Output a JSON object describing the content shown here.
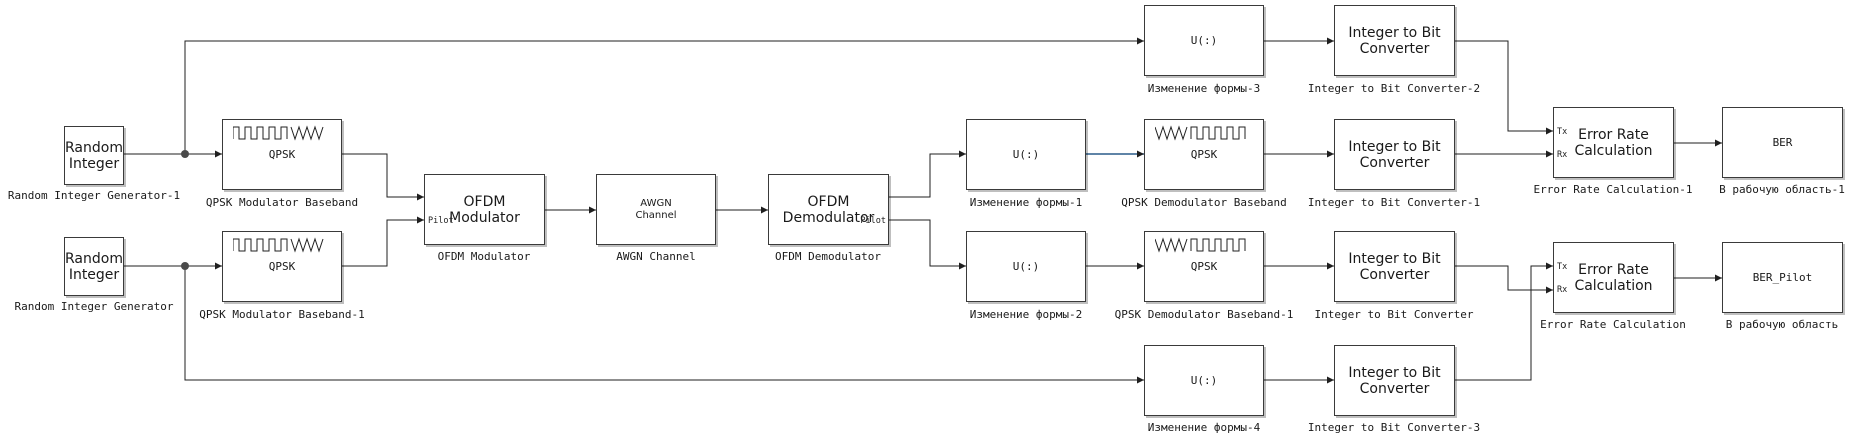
{
  "blocks": {
    "rig1": {
      "text": "Random\nInteger",
      "label": "Random Integer Generator-1"
    },
    "rig2": {
      "text": "Random\nInteger",
      "label": "Random Integer Generator"
    },
    "qpskmod1": {
      "text": "QPSK",
      "label": "QPSK Modulator Baseband"
    },
    "qpskmod2": {
      "text": "QPSK",
      "label": "QPSK Modulator Baseband-1"
    },
    "ofdmmod": {
      "text": "OFDM\nModulator",
      "label": "OFDM Modulator",
      "port": "Pilot"
    },
    "awgn": {
      "text": "AWGN\nChannel",
      "label": "AWGN Channel"
    },
    "ofdmdemod": {
      "text": "OFDM\nDemodulator",
      "label": "OFDM Demodulator",
      "port": "Pilot"
    },
    "reshape3": {
      "text": "U(:)",
      "label": "Изменение формы-3"
    },
    "reshape1": {
      "text": "U(:)",
      "label": "Изменение формы-1"
    },
    "reshape2": {
      "text": "U(:)",
      "label": "Изменение формы-2"
    },
    "reshape4": {
      "text": "U(:)",
      "label": "Изменение формы-4"
    },
    "qpskdemod1": {
      "text": "QPSK",
      "label": "QPSK Demodulator Baseband"
    },
    "qpskdemod2": {
      "text": "QPSK",
      "label": "QPSK Demodulator Baseband-1"
    },
    "i2b2": {
      "text": "Integer to Bit\nConverter",
      "label": "Integer to Bit Converter-2"
    },
    "i2b1": {
      "text": "Integer to Bit\nConverter",
      "label": "Integer to Bit Converter-1"
    },
    "i2b": {
      "text": "Integer to Bit\nConverter",
      "label": "Integer to Bit Converter"
    },
    "i2b3": {
      "text": "Integer to Bit\nConverter",
      "label": "Integer to Bit Converter-3"
    },
    "erc1": {
      "text": "Error Rate\nCalculation",
      "label": "Error Rate Calculation-1",
      "tx": "Tx",
      "rx": "Rx"
    },
    "erc": {
      "text": "Error Rate\nCalculation",
      "label": "Error Rate Calculation",
      "tx": "Tx",
      "rx": "Rx"
    },
    "ber": {
      "text": "BER",
      "label": "В рабочую область-1"
    },
    "berpilot": {
      "text": "BER_Pilot",
      "label": "В рабочую область"
    }
  },
  "colors": {
    "line": "#1f1f1f",
    "block_border": "#3a3a3a",
    "highlight_wire": "#2a5c8a"
  },
  "icons": {
    "modulator": "square-to-sine-wave-icon",
    "demodulator": "sine-to-square-wave-icon",
    "junction": "branch-point-icon"
  }
}
